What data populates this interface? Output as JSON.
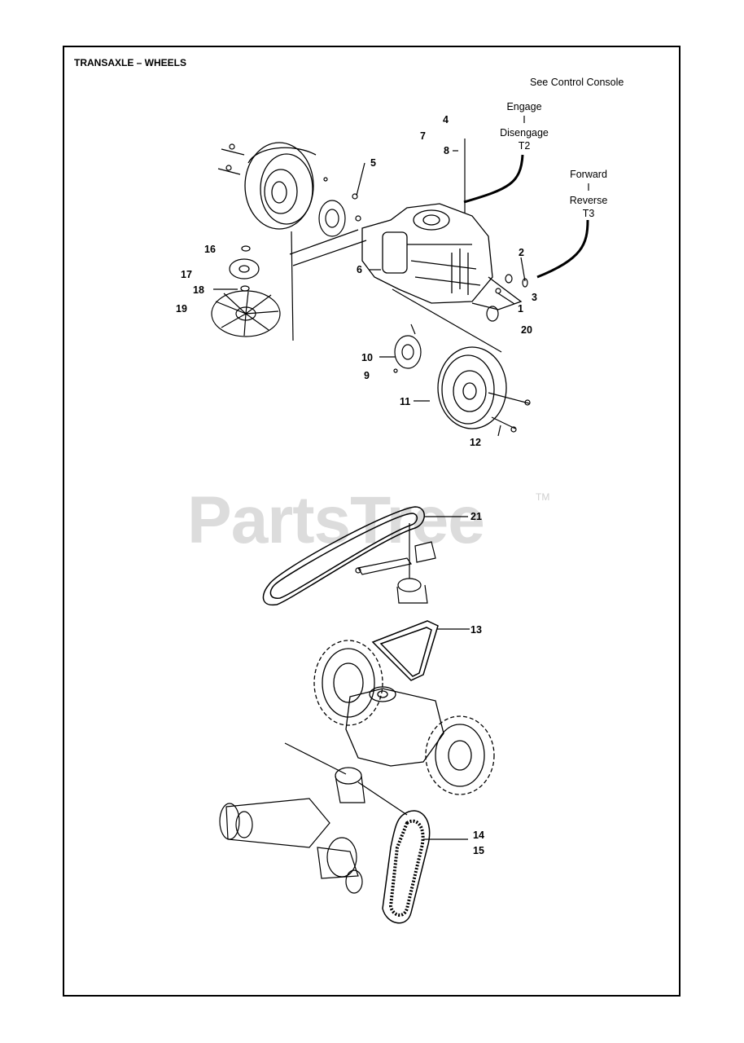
{
  "title": "TRANSAXLE – WHEELS",
  "note": "See Control Console",
  "control_engage": {
    "top": "Engage",
    "sep": "I",
    "bottom": "Disengage",
    "code": "T2"
  },
  "control_direction": {
    "top": "Forward",
    "sep": "I",
    "bottom": "Reverse",
    "code": "T3"
  },
  "watermark": "PartsTree",
  "watermark_tm": "TM",
  "callouts": {
    "c1": "1",
    "c2": "2",
    "c3": "3",
    "c4": "4",
    "c5": "5",
    "c6": "6",
    "c7": "7",
    "c8": "8",
    "c9": "9",
    "c10": "10",
    "c11": "11",
    "c12": "12",
    "c13": "13",
    "c14": "14",
    "c15": "15",
    "c16": "16",
    "c17": "17",
    "c18": "18",
    "c19": "19",
    "c20": "20",
    "c21": "21"
  }
}
